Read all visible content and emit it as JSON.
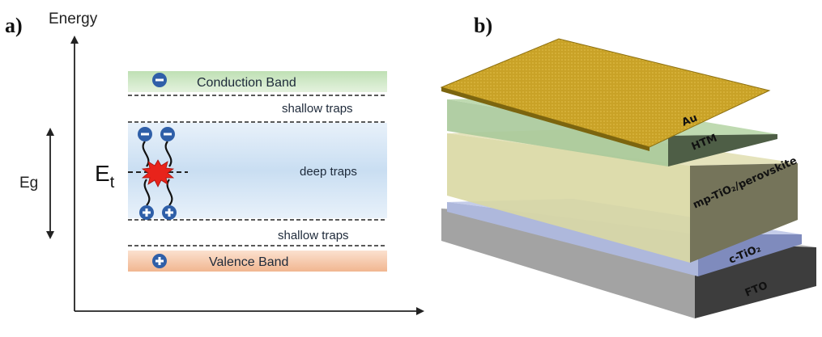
{
  "panel_a": {
    "label": "a)",
    "y_axis_label": "Energy",
    "gap_label": "Eg",
    "trap_level_label": "E",
    "trap_level_subscript": "t",
    "bands": {
      "conduction": "Conduction Band",
      "valence": "Valence Band"
    },
    "traps": {
      "shallow_top": "shallow traps",
      "deep": "deep traps",
      "shallow_bottom": "shallow traps"
    },
    "symbols": {
      "electron": "−",
      "hole": "+"
    },
    "colors": {
      "conduction_band": "#cfe6c6",
      "valence_band": "#f6c9a7",
      "deep_trap_region": "#cfe2f4",
      "charge_marker": "#2f5fa8",
      "recombination": "#e8231b"
    }
  },
  "panel_b": {
    "label": "b)",
    "layers": [
      {
        "id": "au",
        "label": "Au",
        "color": "#c9a227"
      },
      {
        "id": "htm",
        "label": "HTM",
        "color": "#a9c99a"
      },
      {
        "id": "perovskite",
        "label": "mp-TiO₂/perovskite",
        "color": "#d9d8a3"
      },
      {
        "id": "c-tio2",
        "label": "c-TiO₂",
        "color": "#aeb8dc"
      },
      {
        "id": "fto",
        "label": "FTO",
        "color": "#9a9a9a"
      }
    ]
  }
}
